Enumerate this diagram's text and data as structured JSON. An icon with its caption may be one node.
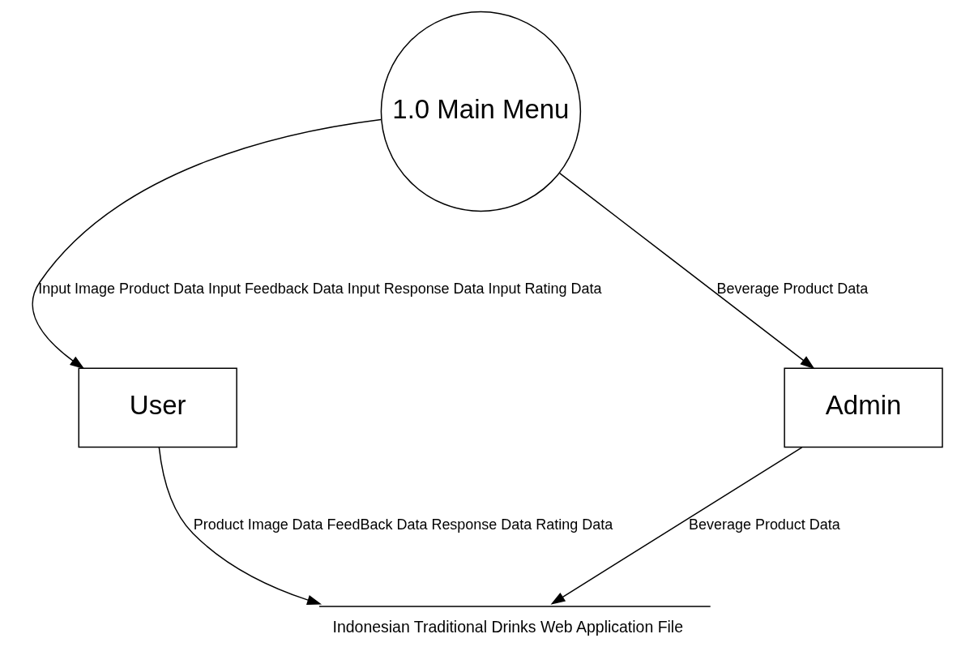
{
  "diagram": {
    "nodes": [
      {
        "text": [
          "1.0 Main Menu"
        ]
      },
      {
        "text": [
          "User"
        ]
      },
      {
        "text": [
          "Admin"
        ]
      },
      {
        "text": [
          "Indonesian Traditional Drinks Web Application File"
        ]
      }
    ],
    "edges": [
      {
        "from": 0,
        "to": 1,
        "arrow": "to",
        "label": "Input Image Product Data Input Feedback Data Input Response Data Input Rating Data"
      },
      {
        "from": 0,
        "to": 2,
        "arrow": "to",
        "label": "Beverage Product Data"
      },
      {
        "from": 1,
        "to": 3,
        "arrow": "to",
        "label": "Product Image Data FeedBack Data Response Data Rating Data"
      },
      {
        "from": 2,
        "to": 3,
        "arrow": "to",
        "label": "Beverage Product Data"
      }
    ]
  }
}
